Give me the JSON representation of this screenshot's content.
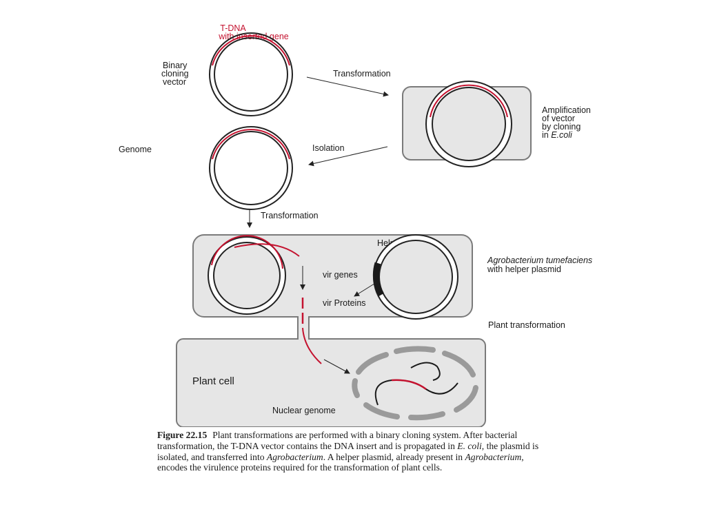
{
  "labels": {
    "tdna_line1": "T-DNA",
    "tdna_line2": "with inserted gene",
    "binary_line1": "Binary",
    "binary_line2": "cloning",
    "binary_line3": "vector",
    "transformation_1": "Transformation",
    "amp_line1": "Amplification",
    "amp_line2": "of vector",
    "amp_line3": "by cloning",
    "amp_line4_prefix": "in ",
    "amp_line4_italic": "E.coli",
    "genome": "Genome",
    "isolation": "Isolation",
    "transformation_2": "Transformation",
    "helper_plasmid": "Helper plasmid",
    "vir_genes": "vir genes",
    "vir_proteins": "vir Proteins",
    "agro_line1": "Agrobacterium tumefaciens",
    "agro_line2": "with helper plasmid",
    "plant_transformation": "Plant transformation",
    "plant_cell": "Plant cell",
    "nuclear_genome": "Nuclear genome"
  },
  "caption": {
    "figure_label": "Figure 22.15",
    "p1": "Plant transformations are performed with a binary cloning system. After bacterial transformation, the T-DNA vector contains the DNA insert and is propagated in ",
    "i1": "E. coli",
    "p2": ", the plasmid is isolated, and transferred into ",
    "i2": "Agrobacterium",
    "p3": ". A helper plasmid, already present in ",
    "i3": "Agrobacterium",
    "p4": ", encodes the virulence proteins required for the transformation of plant cells."
  },
  "colors": {
    "dna_red": "#c4122f",
    "cell_fill": "#e6e6e6",
    "cell_stroke": "#7a7a7a",
    "nuclear_grey": "#9a9a9a"
  }
}
